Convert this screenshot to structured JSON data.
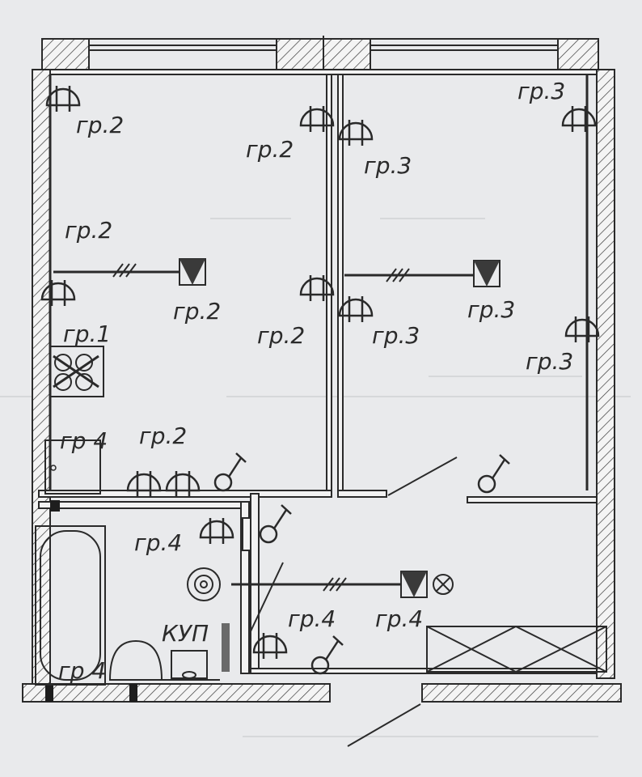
{
  "labels": {
    "l1": "гр.2",
    "l2": "гр.2",
    "l3": "гр.3",
    "l4": "гр.3",
    "l5": "гр.2",
    "l6": "гр.2",
    "l7": "гр.3",
    "l8": "гр.1",
    "l9": "гр.2",
    "l10": "гр.3",
    "l11": "гр.3",
    "l12": "гр 4",
    "l13": "гр.2",
    "l14": "гр.4",
    "l15": "гр.4",
    "l16": "гр.4",
    "l17": "КУП",
    "l18": "гр 4"
  },
  "colors": {
    "line": "#2a2a2a",
    "paper": "#e9eaec"
  }
}
